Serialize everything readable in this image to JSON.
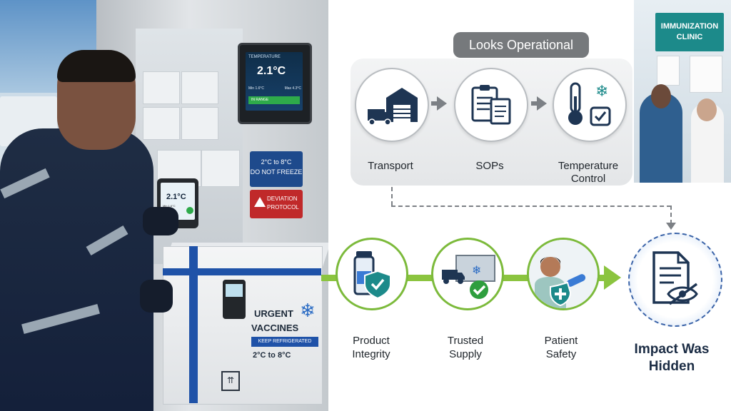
{
  "left_photo": {
    "monitor": {
      "label": "TEMPERATURE",
      "reading": "2.1°C",
      "min": "Min 1.6°C",
      "max": "Max 4.3°C",
      "status": "IN RANGE"
    },
    "storage_sign": {
      "line1": "2°C to 8°C",
      "line2": "DO NOT FREEZE"
    },
    "deviation_sign": {
      "line1": "DEVIATION",
      "line2": "PROTOCOL"
    },
    "handheld_reading": "2.1°C",
    "handheld_small": "Min 1.6°C",
    "box": {
      "line1": "URGENT",
      "line2": "VACCINES",
      "keep": "KEEP REFRIGERATED",
      "range": "2°C to 8°C"
    }
  },
  "clinic_photo": {
    "sign_line1": "IMMUNIZATION",
    "sign_line2": "CLINIC"
  },
  "diagram": {
    "header_pill": "Looks Operational",
    "operations": [
      {
        "label": "Transport",
        "icon": "truck-warehouse-icon"
      },
      {
        "label": "SOPs",
        "icon": "clipboard-document-icon"
      },
      {
        "label": "Temperature Control",
        "label_line1": "Temperature",
        "label_line2": "Control",
        "icon": "thermometer-snowflake-icon"
      }
    ],
    "outcomes": [
      {
        "label_line1": "Product",
        "label_line2": "Integrity",
        "icon": "vaccine-vial-shield-icon"
      },
      {
        "label_line1": "Trusted",
        "label_line2": "Supply",
        "icon": "cold-truck-check-icon"
      },
      {
        "label_line1": "Patient",
        "label_line2": "Safety",
        "icon": "patient-vaccination-icon"
      }
    ],
    "hidden": {
      "label_line1": "Impact Was",
      "label_line2": "Hidden",
      "icon": "document-eye-slash-icon"
    }
  },
  "colors": {
    "gray_pill": "#76797c",
    "green_flow": "#8bc43f",
    "navy_icon": "#1e3553",
    "teal_icon": "#1c8a8a",
    "hidden_ring": "#3a63a8"
  }
}
